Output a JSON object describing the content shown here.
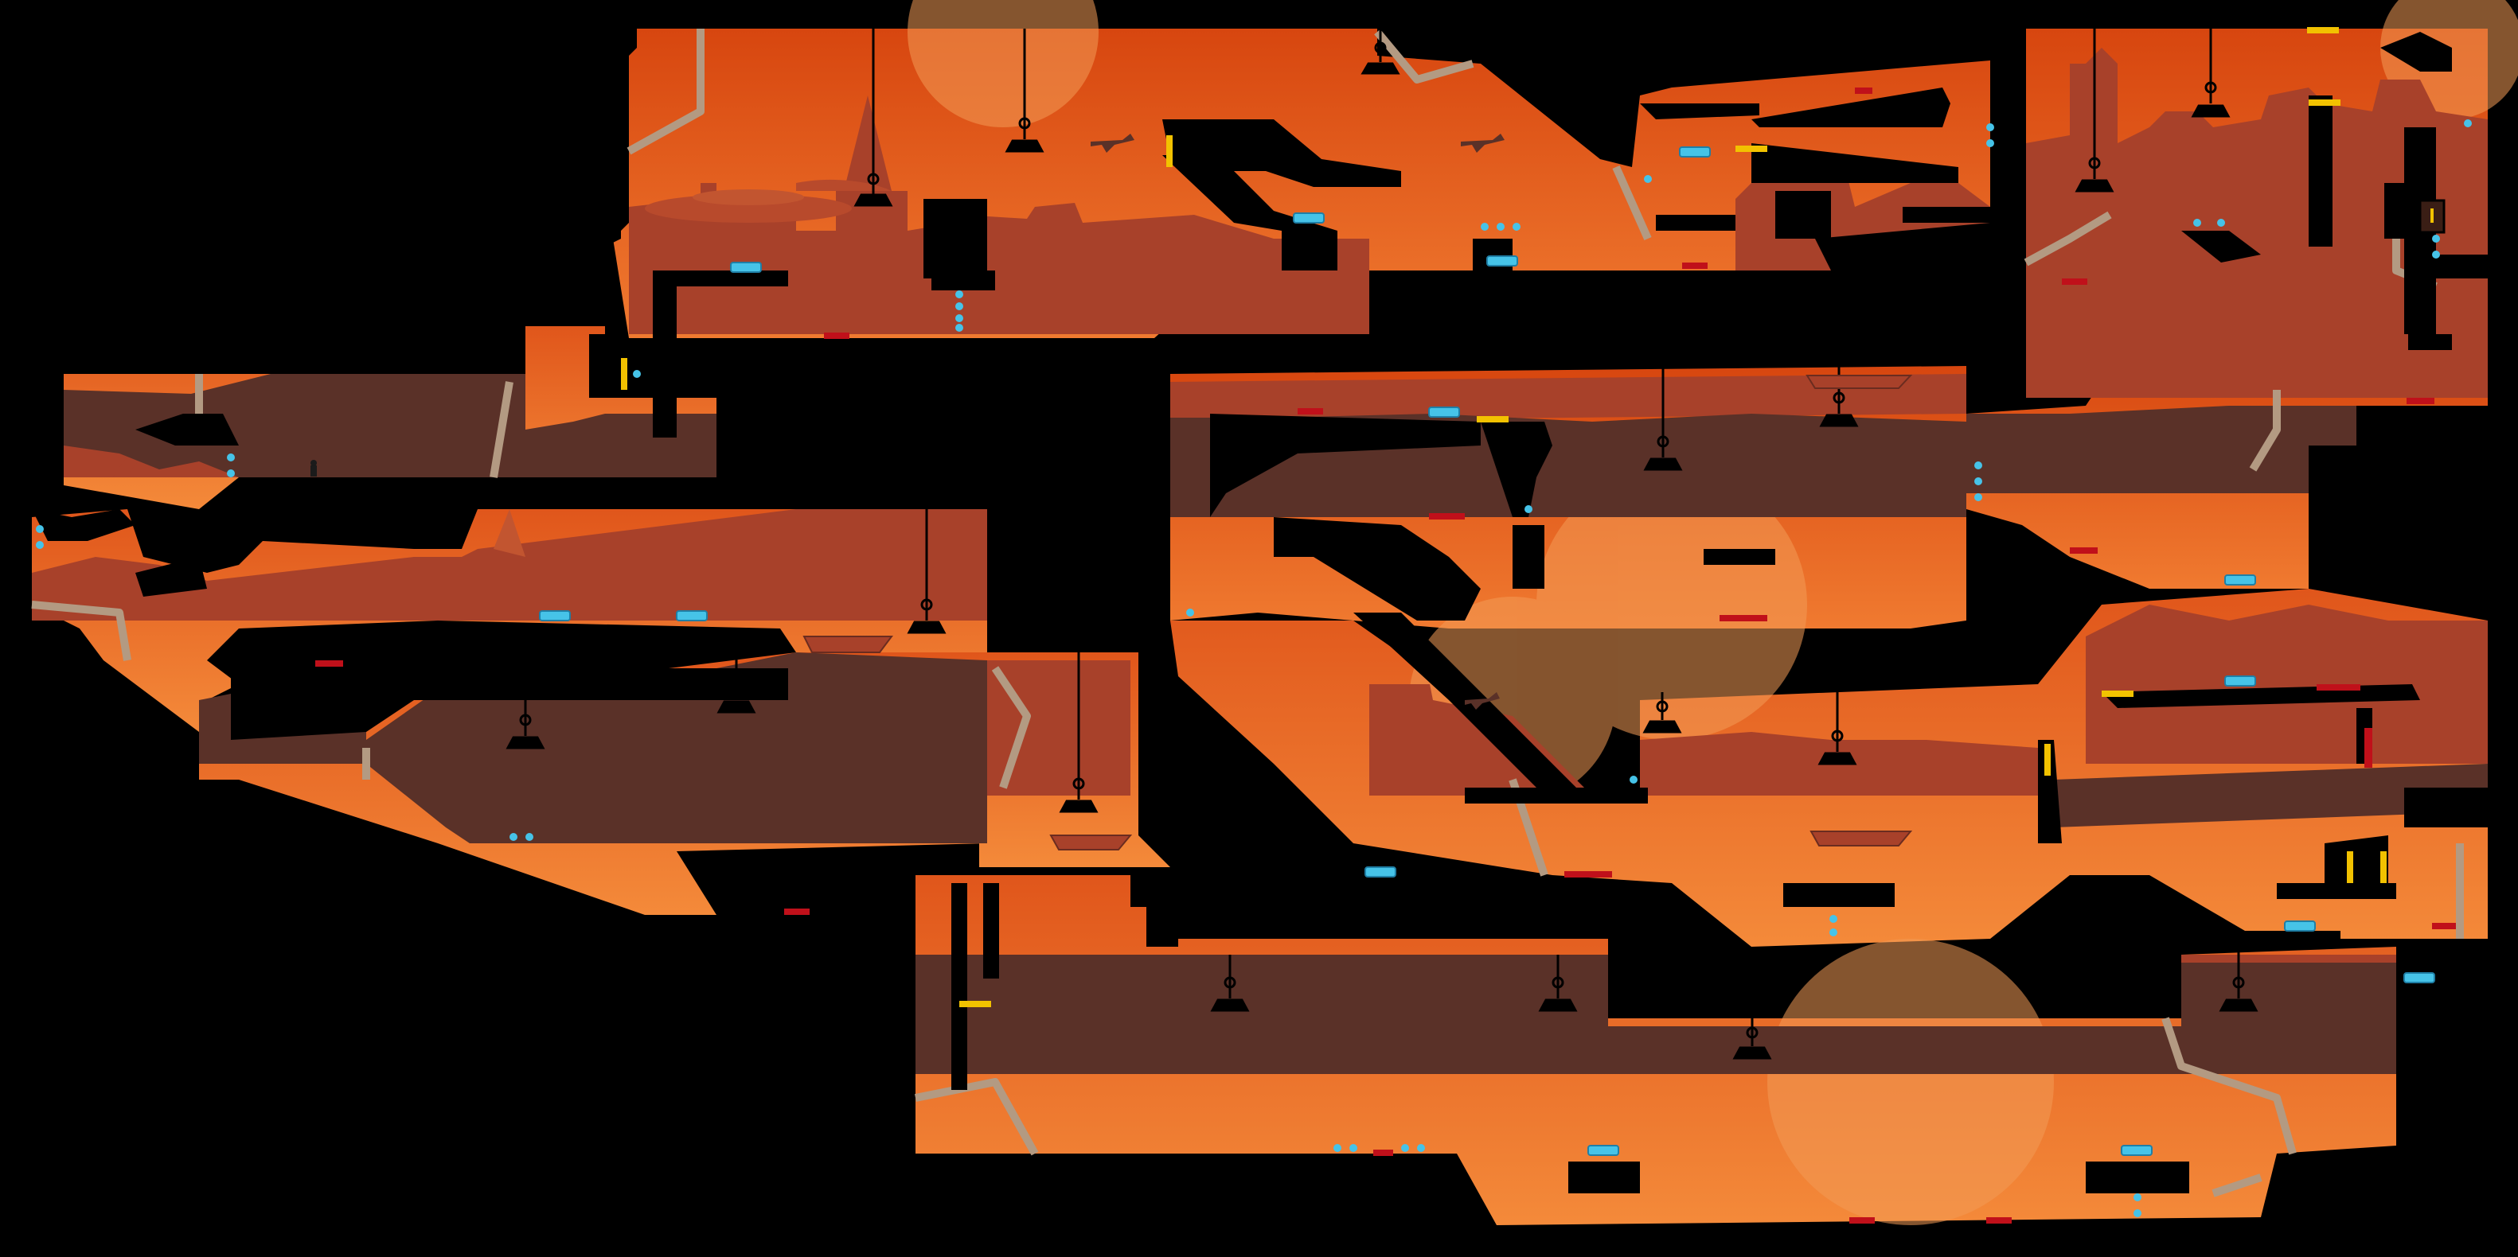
{
  "level": {
    "name": "",
    "sky_colors": {
      "top": "#d7460f",
      "bottom": "#f0742c"
    },
    "city_color": "#a8412a",
    "city_far_color": "#c2512c",
    "ground_color": "#5a3128",
    "pipe_color": "#b39a82",
    "wall_color": "#000000",
    "hazard_color": "#c0101a",
    "pickup_color": "#46c3e8",
    "warning_stripe_color": "#f2c200"
  },
  "entities": {
    "hanging_lamps": 20,
    "blue_crates": 16,
    "gem_clusters": 14,
    "red_spike_groups": 18,
    "hazard_stripes": 9
  }
}
